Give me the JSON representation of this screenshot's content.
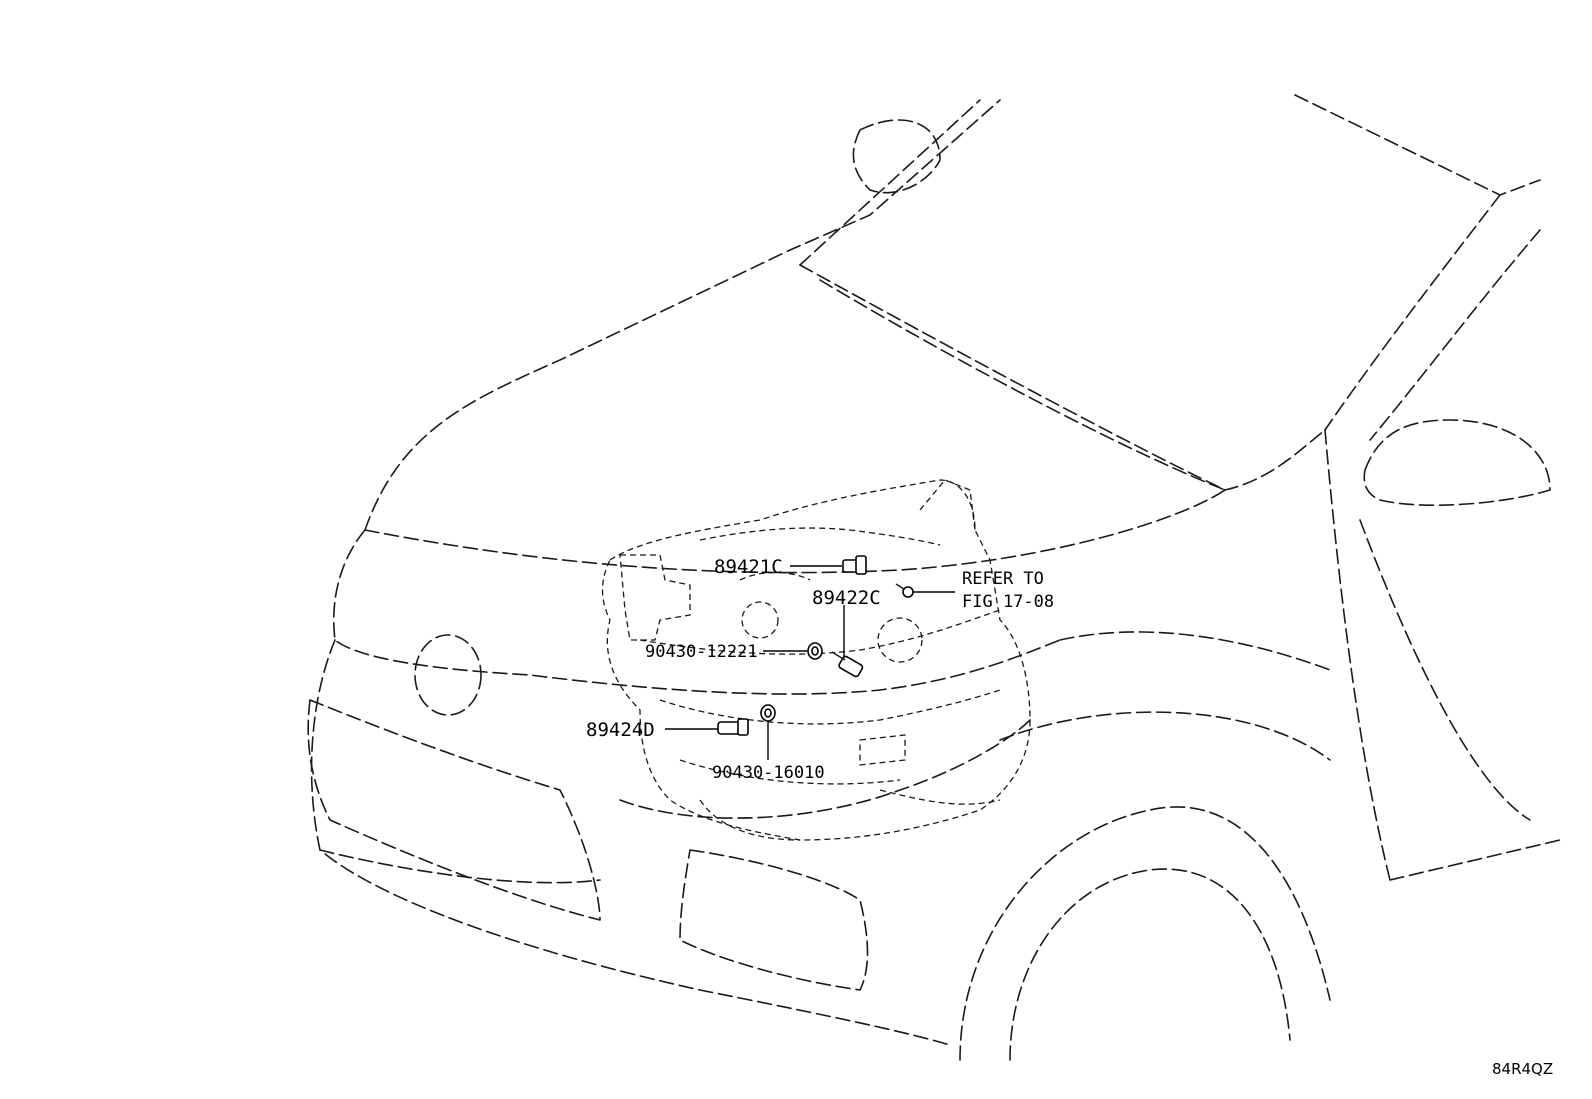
{
  "parts": [
    {
      "id": "p1",
      "number": "89421C"
    },
    {
      "id": "p2",
      "number": "89422C"
    },
    {
      "id": "p3",
      "number": "90430-12221"
    },
    {
      "id": "p4",
      "number": "89424D"
    },
    {
      "id": "p5",
      "number": "90430-16010"
    }
  ],
  "reference": {
    "line1": "REFER TO",
    "line2": "FIG 17-08"
  },
  "illustration_code": "84R4QZ"
}
